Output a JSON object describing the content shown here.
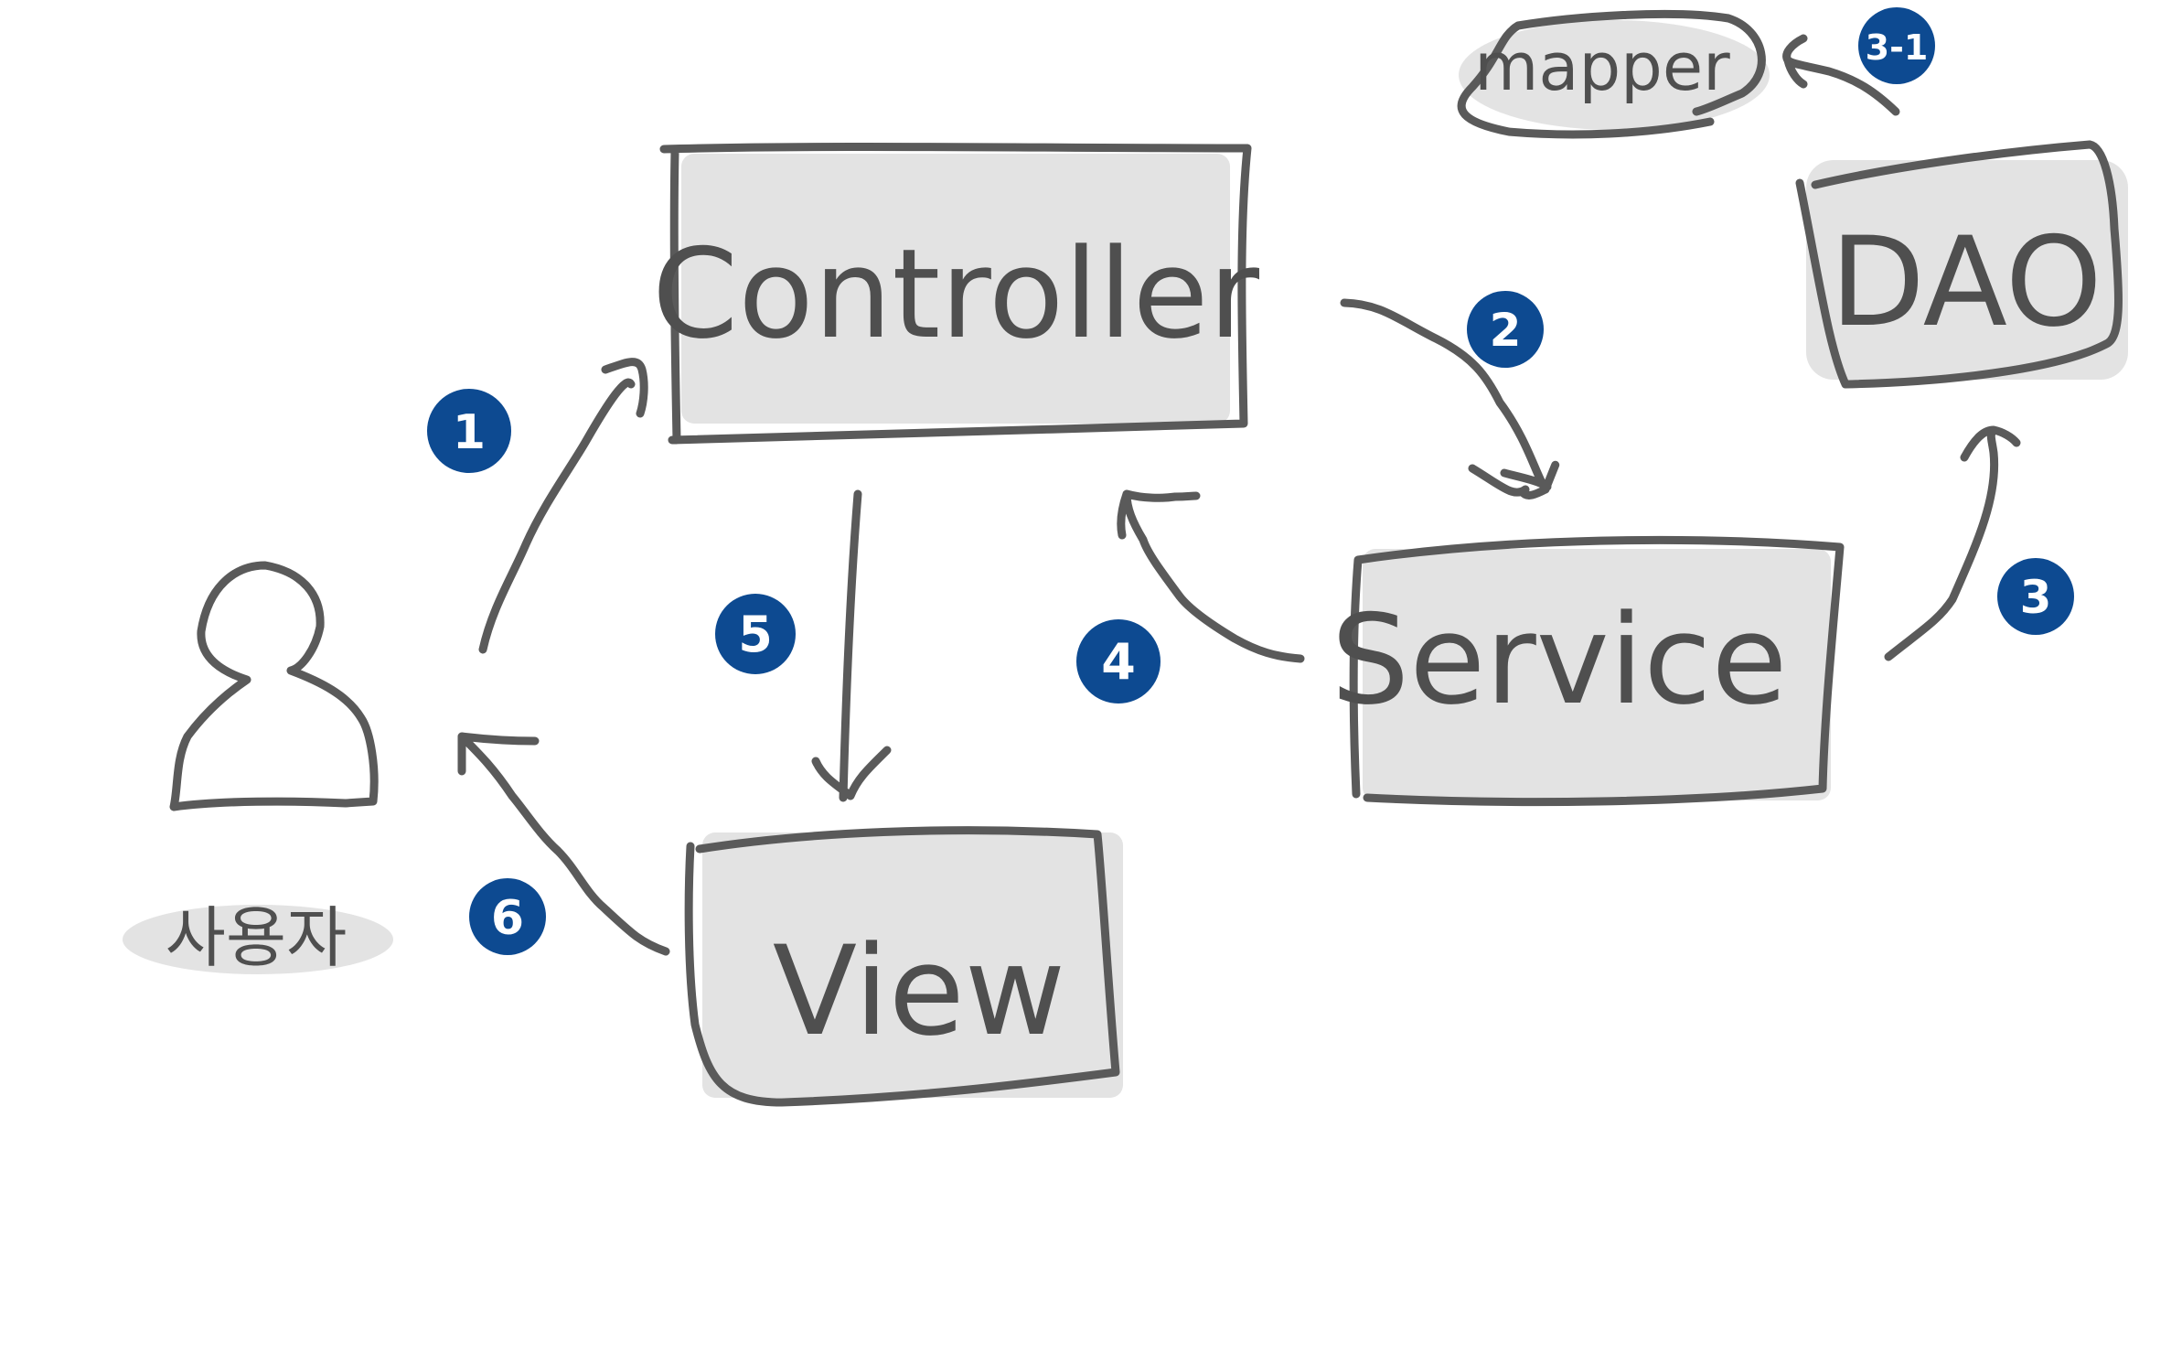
{
  "nodes": {
    "controller": "Controller",
    "service": "Service",
    "dao": "DAO",
    "view": "View",
    "mapper": "mapper",
    "user": "사용자"
  },
  "steps": {
    "s1": "1",
    "s2": "2",
    "s3": "3",
    "s3_1": "3-1",
    "s4": "4",
    "s5": "5",
    "s6": "6"
  },
  "colors": {
    "stroke": "#5a5a5a",
    "box_fill": "#e3e3e3",
    "badge": "#0d4a91",
    "badge_text": "#ffffff"
  }
}
